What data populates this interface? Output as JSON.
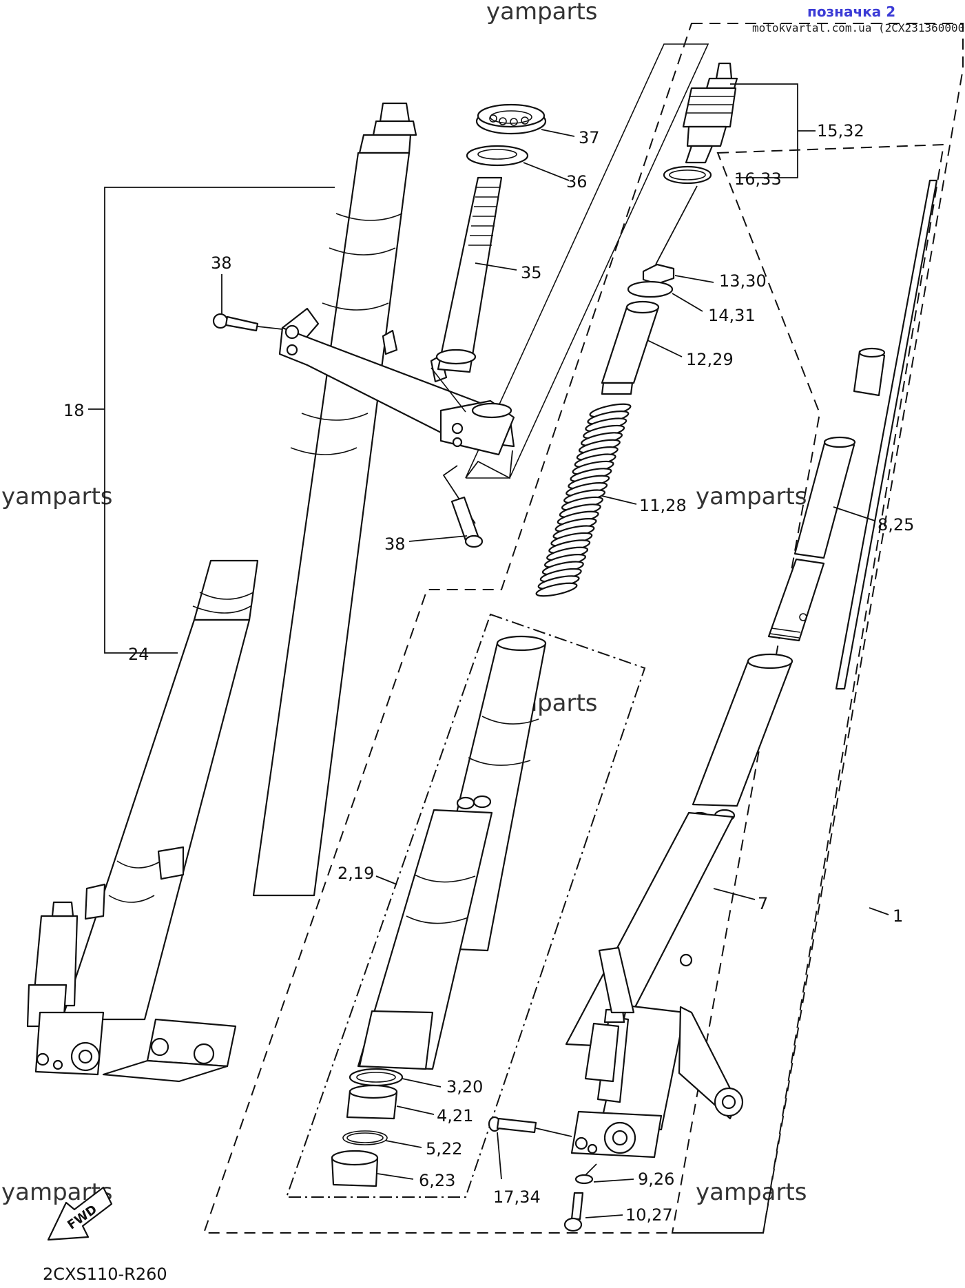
{
  "header": {
    "tag": "позначка 2",
    "source": "motokvartal.com.ua (2CX231360000)"
  },
  "watermark": "yamparts",
  "diagram_code": "2CXS110-R260",
  "fwd_label": "FWD",
  "callouts": {
    "p1": "1",
    "p2_19": "2,19",
    "p3_20": "3,20",
    "p4_21": "4,21",
    "p5_22": "5,22",
    "p6_23": "6,23",
    "p7": "7",
    "p8_25": "8,25",
    "p9_26": "9,26",
    "p10_27": "10,27",
    "p11_28": "11,28",
    "p12_29": "12,29",
    "p13_30": "13,30",
    "p14_31": "14,31",
    "p15_32": "15,32",
    "p16_33": "16,33",
    "p17_34": "17,34",
    "p18": "18",
    "p24": "24",
    "p35": "35",
    "p36": "36",
    "p37": "37",
    "p38_top": "38",
    "p38_bottom": "38"
  }
}
